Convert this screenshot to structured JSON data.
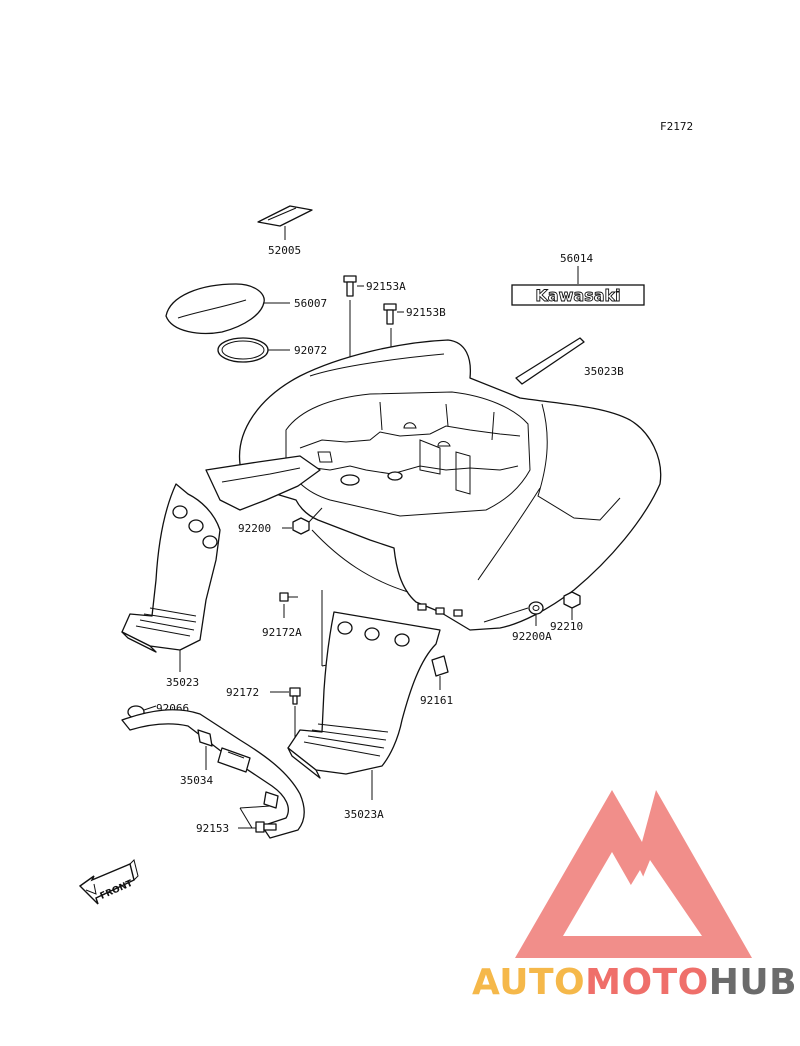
{
  "figure_code": "F2172",
  "parts": {
    "p52005": "52005",
    "p56007": "56007",
    "p92072": "92072",
    "p92153A": "92153A",
    "p92153B": "92153B",
    "p56014": "56014",
    "p35023B": "35023B",
    "p92200": "92200",
    "p35023": "35023",
    "p92172A": "92172A",
    "p92200A": "92200A",
    "p92210": "92210",
    "p92161": "92161",
    "p92172": "92172",
    "p92066": "92066",
    "p35034": "35034",
    "p92153": "92153",
    "p35023A": "35023A"
  },
  "decal_text": "Kawasaki",
  "front_marker": "FRONT",
  "watermark": {
    "part1": "AUTO",
    "part2": "MOTO",
    "part3": "HUB",
    "colors": {
      "auto": "#f5b84a",
      "moto": "#ef6f6a",
      "hub": "#6b6b6b",
      "logo": "#ef7b76"
    }
  }
}
